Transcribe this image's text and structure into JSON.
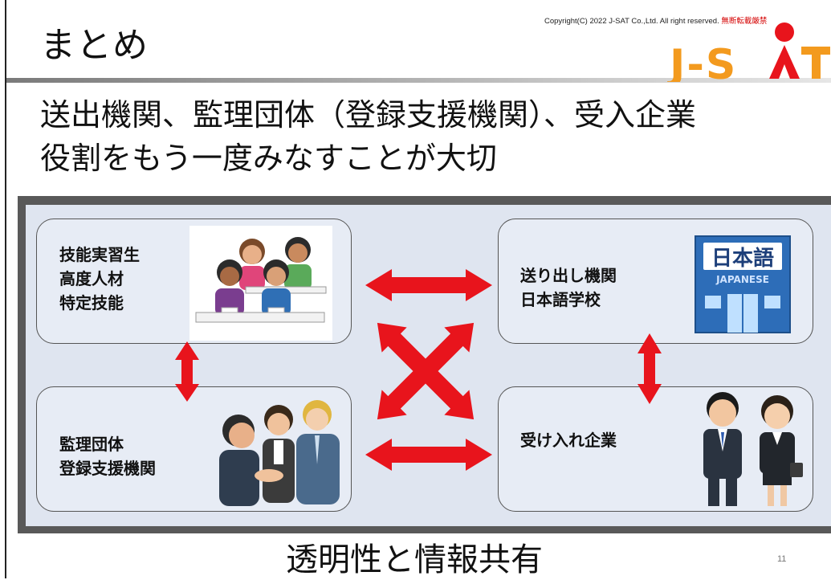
{
  "slide": {
    "title": "まとめ",
    "copyright": "Copyright(C) 2022 J-SAT Co.,Ltd. All right reserved.",
    "copyright_notice": "無断転載厳禁",
    "logo_text": "J-SAT",
    "heading_line1": "送出機関、監理団体（登録支援機関）、受入企業",
    "heading_line2": "役割をもう一度みなすことが大切",
    "footer": "透明性と情報共有",
    "page_number": "11"
  },
  "nodes": {
    "trainees": {
      "line1": "技能実習生",
      "line2": "高度人材",
      "line3": "特定技能"
    },
    "sending": {
      "line1": "送り出し機関",
      "line2": "日本語学校",
      "sign_main": "日本語",
      "sign_sub": "JAPANESE"
    },
    "supervising": {
      "line1": "監理団体",
      "line2": "登録支援機関"
    },
    "company": {
      "line1": "受け入れ企業"
    }
  },
  "colors": {
    "arrow": "#e8141c",
    "logo_orange": "#f39a1e",
    "logo_red": "#e8141c"
  },
  "icons": [
    "students-illustration",
    "school-building-illustration",
    "handshake-illustration",
    "businesspeople-illustration"
  ]
}
